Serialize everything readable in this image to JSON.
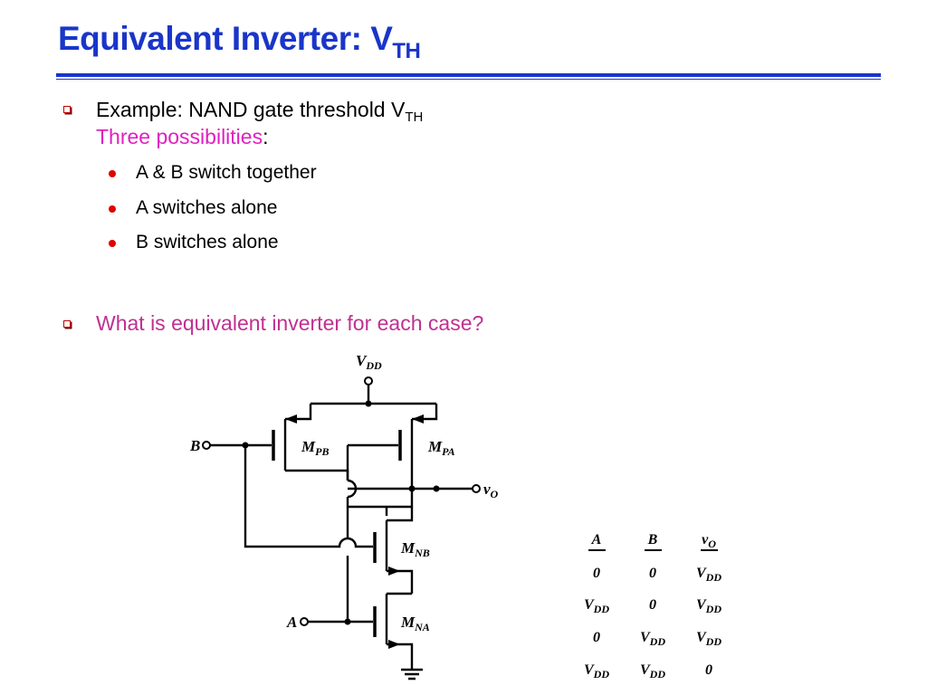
{
  "slide": {
    "title_main": "Equivalent Inverter: V",
    "title_sub": "TH",
    "bullets": {
      "b1_main": "Example: NAND gate threshold V",
      "b1_sub": "TH",
      "b1_line2_colored": "Three possibilities",
      "b1_line2_tail": ":",
      "sub_items": [
        "A & B switch together",
        "A switches alone",
        "B switches alone"
      ],
      "b2": "What is equivalent inverter for each case?"
    },
    "colors": {
      "title": "#1a35c9",
      "bullet_square": "#c00000",
      "bullet_dot": "#e00000",
      "highlight": "#e020c0",
      "question": "#c03090"
    }
  },
  "circuit": {
    "vdd": {
      "base": "V",
      "sub": "DD"
    },
    "input_b": "B",
    "input_a": "A",
    "output": {
      "base": "v",
      "sub": "O"
    },
    "mpb": {
      "base": "M",
      "sub": "PB"
    },
    "mpa": {
      "base": "M",
      "sub": "PA"
    },
    "mnb": {
      "base": "M",
      "sub": "NB"
    },
    "mna": {
      "base": "M",
      "sub": "NA"
    }
  },
  "truth_table": {
    "headers": [
      {
        "base": "A",
        "sub": ""
      },
      {
        "base": "B",
        "sub": ""
      },
      {
        "base": "v",
        "sub": "O"
      }
    ],
    "rows": [
      [
        {
          "base": "0",
          "sub": ""
        },
        {
          "base": "0",
          "sub": ""
        },
        {
          "base": "V",
          "sub": "DD"
        }
      ],
      [
        {
          "base": "V",
          "sub": "DD"
        },
        {
          "base": "0",
          "sub": ""
        },
        {
          "base": "V",
          "sub": "DD"
        }
      ],
      [
        {
          "base": "0",
          "sub": ""
        },
        {
          "base": "V",
          "sub": "DD"
        },
        {
          "base": "V",
          "sub": "DD"
        }
      ],
      [
        {
          "base": "V",
          "sub": "DD"
        },
        {
          "base": "V",
          "sub": "DD"
        },
        {
          "base": "0",
          "sub": ""
        }
      ]
    ]
  }
}
